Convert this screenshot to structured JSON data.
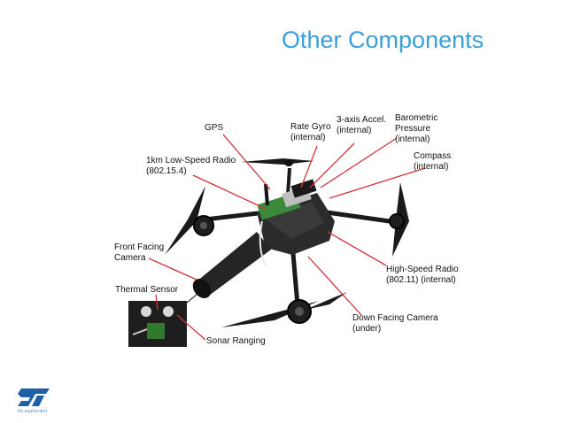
{
  "slide": {
    "title": "Other Components"
  },
  "labels": {
    "gps": "GPS",
    "rate_gyro": "Rate Gyro\n(internal)",
    "accel": "3-axis Accel.\n(internal)",
    "barometric": "Barometric\nPressure\n(internal)",
    "compass": "Compass\n(internal)",
    "low_speed_radio": "1km Low-Speed Radio\n(802.15.4)",
    "front_camera": "Front Facing\nCamera",
    "thermal_sensor": "Thermal Sensor",
    "high_speed_radio": "High-Speed Radio\n(802.11) (internal)",
    "down_camera": "Down Facing Camera\n(under)",
    "sonar": "Sonar Ranging"
  },
  "logo": {
    "mark": "ST",
    "tagline": "life.augmented"
  },
  "colors": {
    "title": "#3a9fd8",
    "leader_line": "#d0323a",
    "logo": "#1e5fa8"
  }
}
